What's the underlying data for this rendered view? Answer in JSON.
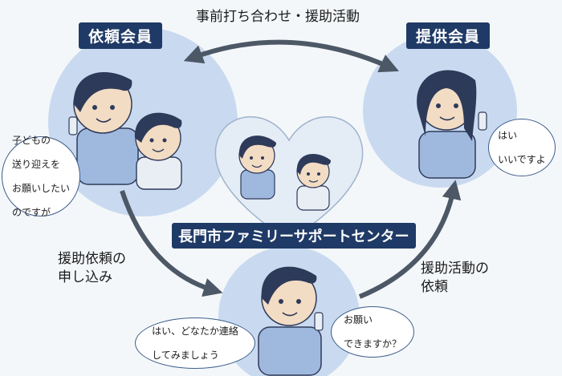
{
  "colors": {
    "navy": "#1f3a66",
    "arrow": "#4d5866",
    "circle": "#c9daf0",
    "skin": "#f3dcc4",
    "hair": "#2e3a59",
    "shirt": "#9fb9de",
    "heart": "#e4ecf6"
  },
  "labels": {
    "requester": "依頼会員",
    "provider": "提供会員",
    "center": "長門市ファミリーサポートセンター"
  },
  "flows": {
    "top": "事前打ち合わせ・援助活動",
    "left_line1": "援助依頼の",
    "left_line2": "申し込み",
    "right_line1": "援助活動の",
    "right_line2": "依頼"
  },
  "bubbles": {
    "requester_line1": "子どもの",
    "requester_line2": "送り迎えを",
    "requester_line3": "お願いしたい",
    "requester_line4": "のですが",
    "provider_line1": "はい",
    "provider_line2": "いいですよ",
    "center_left_line1": "はい、どなたか連絡",
    "center_left_line2": "してみましょう",
    "center_right_line1": "お願い",
    "center_right_line2": "できますか？"
  },
  "icons": [
    "phone-icon",
    "heart-icon",
    "arrow-icon"
  ]
}
